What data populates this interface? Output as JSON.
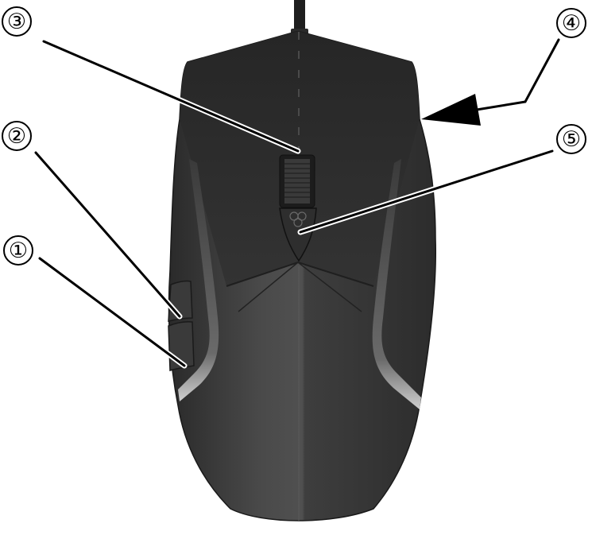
{
  "figure": {
    "subject": "wired gaming mouse, top view",
    "colors": {
      "background": "#ffffff",
      "body_dark": "#2b2b2b",
      "body_mid": "#3a3a3a",
      "body_light": "#5a5a5a",
      "accent_stripe": "#9a9a9a",
      "callout_line": "#000000"
    }
  },
  "callouts": [
    {
      "number": "①",
      "target": "side button (back)"
    },
    {
      "number": "②",
      "target": "side button (forward)"
    },
    {
      "number": "③",
      "target": "scroll wheel"
    },
    {
      "number": "④",
      "target": "right side edge"
    },
    {
      "number": "⑤",
      "target": "DPI button with logo"
    }
  ]
}
